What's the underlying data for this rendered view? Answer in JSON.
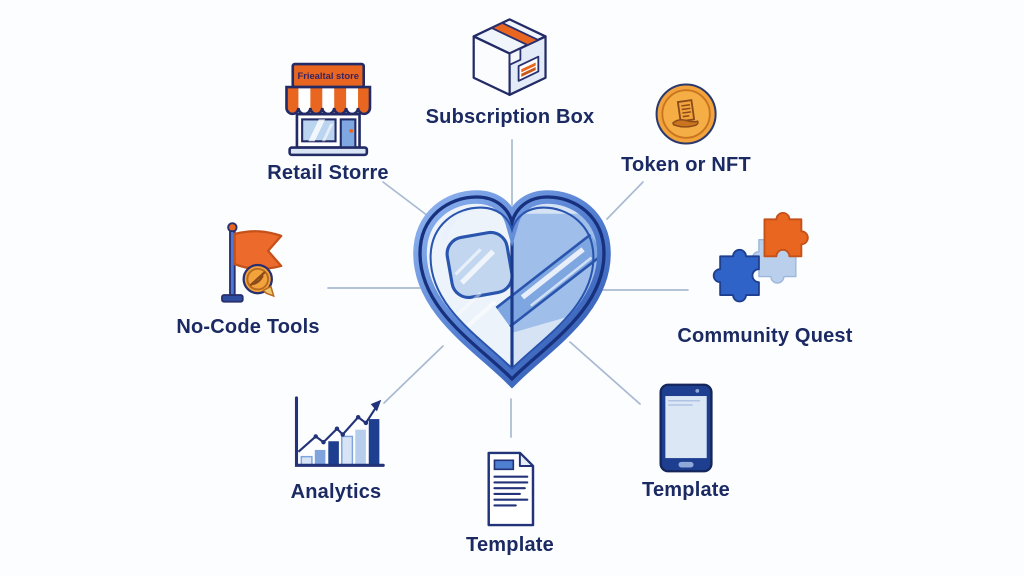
{
  "page": {
    "background": "#fcfdfe"
  },
  "center": {
    "icon": "heart-icon"
  },
  "nodes": [
    {
      "id": "retail-store",
      "label": "Retail Storre",
      "icon": "storefront-icon",
      "sign_text": "Friealtal store"
    },
    {
      "id": "subscription-box",
      "label": "Subscription Box",
      "icon": "package-box-icon"
    },
    {
      "id": "token-nft",
      "label": "Token or NFT",
      "icon": "coin-icon"
    },
    {
      "id": "no-code-tools",
      "label": "No-Code Tools",
      "icon": "flag-medal-icon"
    },
    {
      "id": "community-quest",
      "label": "Community Quest",
      "icon": "puzzle-pieces-icon"
    },
    {
      "id": "analytics",
      "label": "Analytics",
      "icon": "bar-chart-icon"
    },
    {
      "id": "template-doc",
      "label": "Template",
      "icon": "document-icon"
    },
    {
      "id": "template-device",
      "label": "Template",
      "icon": "tablet-icon"
    }
  ],
  "colors": {
    "accent_orange": "#E8661F",
    "primary_blue": "#2F63C7",
    "navy_text": "#1B2A63",
    "light_blue": "#C9DDF2",
    "connector_line": "#A9B9D2"
  }
}
